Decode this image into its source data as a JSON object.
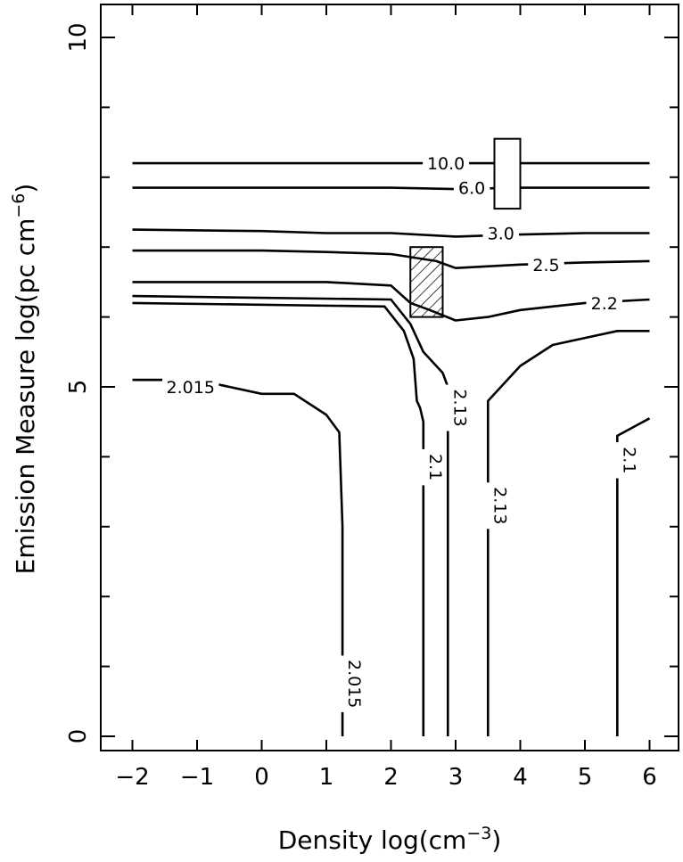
{
  "chart_data": {
    "type": "contour",
    "xlabel": "Density log(cm",
    "xlabel_sup": "−3",
    "xlabel_end": ")",
    "ylabel": "Emission Measure log(pc cm",
    "ylabel_sup": "−6",
    "ylabel_end": ")",
    "xlim": [
      -2.5,
      6.5
    ],
    "ylim": [
      -0.2,
      10.5
    ],
    "x_ticks": [
      -2,
      -1,
      0,
      1,
      2,
      3,
      4,
      5,
      6
    ],
    "x_tick_labels": [
      "−2",
      "−1",
      "0",
      "1",
      "2",
      "3",
      "4",
      "5",
      "6"
    ],
    "y_ticks": [
      0,
      1,
      2,
      3,
      4,
      5,
      6,
      7,
      8,
      9,
      10
    ],
    "y_tick_labels": [
      "0",
      "",
      "",
      "",
      "",
      "5",
      "",
      "",
      "",
      "",
      "10"
    ],
    "grid": false,
    "contours": [
      {
        "label": "10.0",
        "points": [
          [
            -2,
            8.2
          ],
          [
            1,
            8.2
          ],
          [
            2,
            8.2
          ],
          [
            3,
            8.2
          ],
          [
            4,
            8.2
          ],
          [
            6,
            8.2
          ]
        ],
        "label_at": [
          2.85,
          8.2
        ]
      },
      {
        "label": "6.0",
        "points": [
          [
            -2,
            7.85
          ],
          [
            1,
            7.85
          ],
          [
            2,
            7.85
          ],
          [
            3,
            7.83
          ],
          [
            4,
            7.85
          ],
          [
            6,
            7.85
          ]
        ],
        "label_at": [
          3.25,
          7.85
        ]
      },
      {
        "label": "3.0",
        "points": [
          [
            -2,
            7.25
          ],
          [
            0,
            7.23
          ],
          [
            1,
            7.2
          ],
          [
            2,
            7.2
          ],
          [
            3,
            7.15
          ],
          [
            4,
            7.18
          ],
          [
            5,
            7.2
          ],
          [
            6,
            7.2
          ]
        ],
        "label_at": [
          3.7,
          7.2
        ]
      },
      {
        "label": "2.5",
        "points": [
          [
            -2,
            6.95
          ],
          [
            0,
            6.95
          ],
          [
            1,
            6.93
          ],
          [
            2,
            6.9
          ],
          [
            2.7,
            6.8
          ],
          [
            3,
            6.7
          ],
          [
            4,
            6.75
          ],
          [
            5,
            6.78
          ],
          [
            6,
            6.8
          ]
        ],
        "label_at": [
          4.4,
          6.75
        ]
      },
      {
        "label": "2.2",
        "points": [
          [
            -2,
            6.5
          ],
          [
            0,
            6.5
          ],
          [
            1,
            6.5
          ],
          [
            2,
            6.45
          ],
          [
            2.3,
            6.2
          ],
          [
            2.6,
            6.1
          ],
          [
            3,
            5.95
          ],
          [
            3.5,
            6.0
          ],
          [
            4,
            6.1
          ],
          [
            4.5,
            6.15
          ],
          [
            5,
            6.2
          ],
          [
            6,
            6.25
          ]
        ],
        "label_at": [
          5.3,
          6.2
        ]
      },
      {
        "label": "2.13",
        "points": [
          [
            -2,
            6.3
          ],
          [
            2,
            6.25
          ],
          [
            2.3,
            5.9
          ],
          [
            2.5,
            5.5
          ],
          [
            2.7,
            5.3
          ],
          [
            2.8,
            5.2
          ],
          [
            2.88,
            5.0
          ],
          [
            2.88,
            4.5
          ],
          [
            2.88,
            0
          ]
        ],
        "label_at": [
          2.88,
          4.7
        ]
      },
      {
        "label": "2.1",
        "points": [
          [
            -2,
            6.2
          ],
          [
            1.9,
            6.15
          ],
          [
            2.2,
            5.8
          ],
          [
            2.35,
            5.4
          ],
          [
            2.4,
            4.8
          ],
          [
            2.45,
            4.7
          ],
          [
            2.5,
            4.5
          ],
          [
            2.5,
            0
          ]
        ],
        "label_at": [
          2.5,
          3.85
        ]
      },
      {
        "label": "2.015",
        "points": [
          [
            -2,
            5.1
          ],
          [
            -1,
            5.1
          ],
          [
            0,
            4.9
          ],
          [
            0.5,
            4.9
          ],
          [
            1,
            4.6
          ],
          [
            1.2,
            4.35
          ],
          [
            1.25,
            3.0
          ],
          [
            1.25,
            0
          ]
        ],
        "label_at": [
          1.25,
          0.75
        ]
      },
      {
        "label": "2.015",
        "points": [
          [
            -2,
            5.1
          ],
          [
            -1,
            5.1
          ]
        ],
        "label_at": [
          -1.1,
          5.0
        ]
      },
      {
        "label": "2.13",
        "points": [
          [
            3.5,
            0
          ],
          [
            3.5,
            4.8
          ],
          [
            3.7,
            5.0
          ],
          [
            4,
            5.3
          ],
          [
            4.5,
            5.6
          ],
          [
            5,
            5.7
          ],
          [
            5.5,
            5.8
          ],
          [
            6,
            5.8
          ]
        ],
        "label_at": [
          3.5,
          3.3
        ]
      },
      {
        "label": "2.1",
        "points": [
          [
            5.5,
            0
          ],
          [
            5.5,
            4.3
          ],
          [
            5.8,
            4.45
          ],
          [
            6,
            4.55
          ]
        ],
        "label_at": [
          5.5,
          3.95
        ]
      }
    ],
    "boxes": [
      {
        "name": "open-box",
        "x": [
          3.6,
          4.0
        ],
        "y": [
          7.55,
          8.55
        ],
        "hatched": false
      },
      {
        "name": "hatched-box",
        "x": [
          2.3,
          2.8
        ],
        "y": [
          6.0,
          7.0
        ],
        "hatched": true
      }
    ]
  }
}
